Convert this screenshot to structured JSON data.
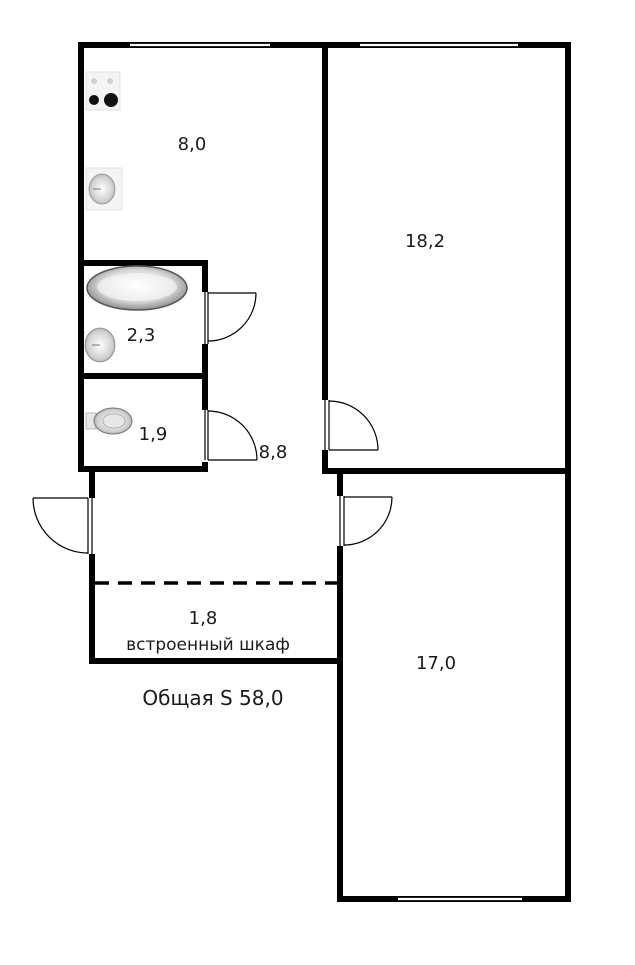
{
  "rooms": {
    "kitchen": "8,0",
    "room_large": "18,2",
    "bathroom": "2,3",
    "toilet": "1,9",
    "hall": "8,8",
    "closet_area": "1,8",
    "closet_label": "встроенный шкаф",
    "room_lower": "17,0"
  },
  "total_area": "Общая S 58,0",
  "colors": {
    "wall": "#000000",
    "background": "#ffffff"
  }
}
